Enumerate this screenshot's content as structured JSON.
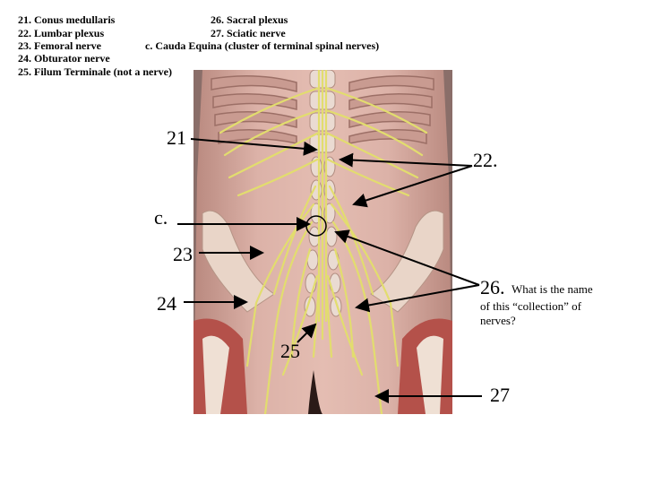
{
  "legend": {
    "left": [
      "21. Conus medullaris",
      "22. Lumbar plexus",
      "23. Femoral nerve",
      "24. Obturator nerve",
      "25. Filum Terminale (not a nerve)"
    ],
    "right_26": "26. Sacral plexus",
    "right_27": "27. Sciatic nerve",
    "cauda": "c. Cauda Equina (cluster of terminal spinal nerves)"
  },
  "labels": {
    "l21": "21",
    "l22": "22.",
    "lc": "c.",
    "l23": "23",
    "l24": "24",
    "l25": "25",
    "l26": "26.",
    "l27": "27",
    "question_inline": "What is the name",
    "question_rest": "of this “collection” of nerves?"
  },
  "colors": {
    "skin": "#d9aea6",
    "shadow": "#8f6a63",
    "nerve": "#e0dc6e",
    "bone": "#f0e2d6",
    "muscle": "#b0473f",
    "vertebra": "#e8d9cf"
  }
}
